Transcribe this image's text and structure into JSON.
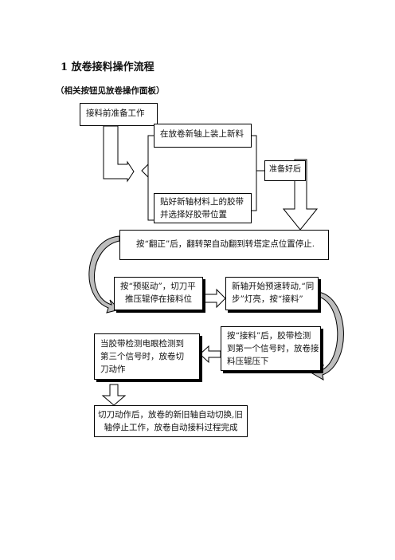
{
  "title": "1 放卷接料操作流程",
  "subtitle": "（相关按钮见放卷操作面板）",
  "steps": {
    "prepare": "接料前准备工作",
    "load_material": "在放卷新轴上装上新料",
    "tape_line1": "贴好新轴材料上的胶带",
    "tape_line2": "并选择好胶带位置",
    "ready": "准备好后",
    "flip": "按“翻正”后，翻转架自动翻到转塔定点位置停止.",
    "predrive_line1": "按“预驱动”，切刀平",
    "predrive_line2": "推压辊停在接料位",
    "speed_line1": "新轴开始预速转动,“同",
    "speed_line2": "步”灯亮，按“接料”",
    "splice_line1": "按“接料”后，胶带检测",
    "splice_line2": "到第一个信号时，放卷接",
    "splice_line3": "料压辊压下",
    "sensor_line1": "当胶带检测电眼检测到",
    "sensor_line2": "第三个信号时，放卷切",
    "sensor_line3": "刀动作",
    "complete_line1": "切刀动作后，放卷的新旧轴自动切换,旧",
    "complete_line2": "轴停止工作，放卷自动接料过程完成"
  },
  "colors": {
    "line": "#000000",
    "box_fill": "#ffffff",
    "arrow_shade": "#bdbdbd"
  }
}
